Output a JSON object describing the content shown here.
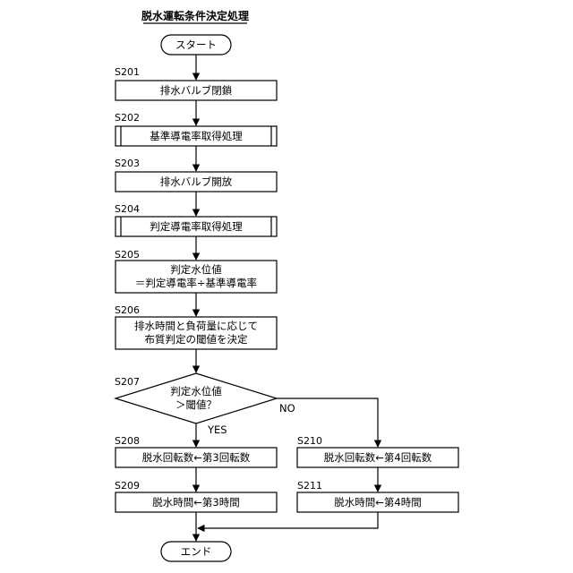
{
  "title": "脱水運転条件決定処理",
  "start": "スタート",
  "end": "エンド",
  "steps": {
    "s201": {
      "id": "S201",
      "text": "排水バルブ閉鎖"
    },
    "s202": {
      "id": "S202",
      "text": "基準導電率取得処理"
    },
    "s203": {
      "id": "S203",
      "text": "排水バルブ開放"
    },
    "s204": {
      "id": "S204",
      "text": "判定導電率取得処理"
    },
    "s205": {
      "id": "S205",
      "line1": "判定水位値",
      "line2": "＝判定導電率÷基準導電率"
    },
    "s206": {
      "id": "S206",
      "line1": "排水時間と負荷量に応じて",
      "line2": "布質判定の閾値を決定"
    },
    "s207": {
      "id": "S207",
      "line1": "判定水位値",
      "line2": "＞閾値？",
      "yes": "YES",
      "no": "NO"
    },
    "s208": {
      "id": "S208",
      "text": "脱水回転数←第3回転数"
    },
    "s209": {
      "id": "S209",
      "text": "脱水時間←第3時間"
    },
    "s210": {
      "id": "S210",
      "text": "脱水回転数←第4回転数"
    },
    "s211": {
      "id": "S211",
      "text": "脱水時間←第4時間"
    }
  }
}
